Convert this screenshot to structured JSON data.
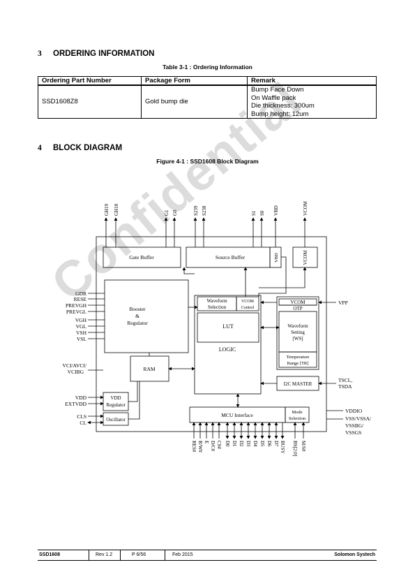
{
  "section3": {
    "num": "3",
    "title": "ORDERING INFORMATION"
  },
  "table_caption": "Table 3-1 : Ordering Information",
  "table": {
    "headers": [
      "Ordering Part Number",
      "Package Form",
      "Remark"
    ],
    "row": {
      "part": "SSD1608Z8",
      "package": "Gold bump die",
      "remarks": [
        "Bump Face Down",
        "On Waffle pack",
        "Die thickness: 300um",
        "Bump height: 12um"
      ]
    }
  },
  "section4": {
    "num": "4",
    "title": "BLOCK DIAGRAM"
  },
  "figure_caption": "Figure 4-1 : SSD1608 Block Diagram",
  "watermark": "Confidential",
  "diagram": {
    "top_pins": [
      "GH19",
      "GH18",
      "G1",
      "G0",
      "S239",
      "S238",
      "S1",
      "S0",
      "VBD",
      "VCOM"
    ],
    "gate_buffer": "Gate Buffer",
    "source_buffer": "Source Buffer",
    "vbd_box": "VBD",
    "vcom_box": "VCOM",
    "booster": [
      "Booster",
      "&",
      "Regulator"
    ],
    "waveform_selection": [
      "Waveform",
      "Selection"
    ],
    "vcom_control": [
      "VCOM",
      "Control"
    ],
    "lut": "LUT",
    "logic": "LOGIC",
    "ram": "RAM",
    "vdd_regulator": [
      "VDD",
      "Regulator"
    ],
    "oscillator": "Oscillator",
    "mcu_interface": "MCU Interface",
    "mode_selection": [
      "Mode",
      "Selection"
    ],
    "otp_vcom": "VCOM",
    "otp": "OTP",
    "waveform_setting": [
      "Waveform",
      "Setting",
      "[WS]"
    ],
    "temperature_range": [
      "Temperature",
      "Range [TR]"
    ],
    "i2c_master": "I2C MASTER",
    "left_pins": [
      "GDR",
      "RESE",
      "PREVGH",
      "PREVGL",
      "VGH",
      "VGL",
      "VSH",
      "VSL"
    ],
    "vci_label": [
      "VCI/AVCI/",
      "VCIBG"
    ],
    "vdd_pins": [
      "VDD",
      "EXTVDD"
    ],
    "cls_pins": [
      "CLS",
      "CL"
    ],
    "vpp": "VPP",
    "tscl": [
      "TSCL,",
      "TSDA"
    ],
    "supply_pins": [
      "VDDIO",
      "VSS/VSSA/",
      "VSSBG/",
      "VSSGS"
    ],
    "bottom_pins": [
      "RES#",
      "R/W#",
      "E",
      "D/C#",
      "CS#",
      "D0",
      "D1",
      "D2",
      "D3",
      "D4",
      "D5",
      "D6",
      "D7",
      "BUSY",
      "BS[2:0]",
      "M/S#"
    ]
  },
  "footer": {
    "product": "SSD1608",
    "rev": "Rev 1.2",
    "page": "P 6/56",
    "date": "Feb 2015",
    "company": "Solomon Systech"
  }
}
